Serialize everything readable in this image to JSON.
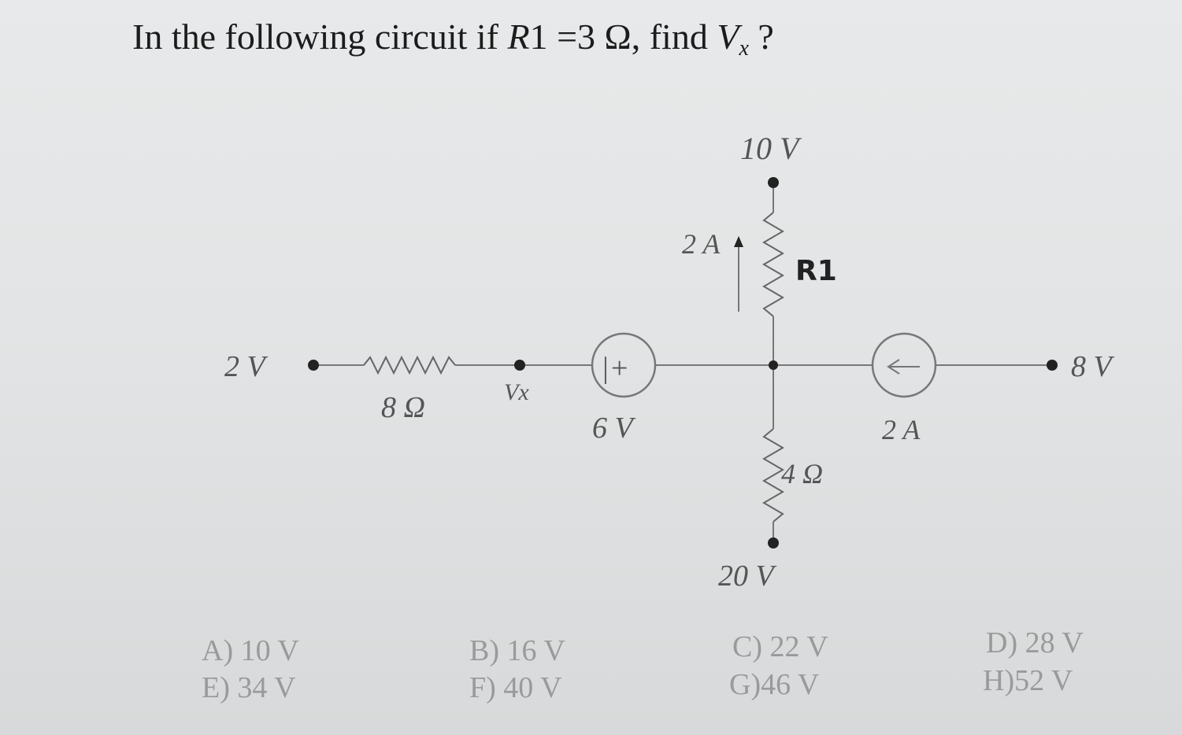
{
  "question": {
    "prefix": "In the following circuit if ",
    "var_r": "R",
    "r_index": "1",
    "middle": " =3 Ω, find ",
    "var_v": "V",
    "sub_x": "x",
    "suffix": " ?"
  },
  "circuit": {
    "node_2v": "2 V",
    "res_8": "8 Ω",
    "vx": "Vx",
    "src_6v_symbol": "|+",
    "src_6v": "6 V",
    "node_10v": "10 V",
    "current_2a_top": "2 A",
    "r1": "R1",
    "res_4": "4 Ω",
    "node_20v": "20 V",
    "current_2a_right": "2 A",
    "node_8v": "8 V"
  },
  "options": [
    "A) 10 V",
    "B) 16 V",
    "C) 22 V",
    "D) 28 V",
    "E) 34 V",
    "F) 40 V",
    "G)46 V",
    "H)52 V"
  ]
}
